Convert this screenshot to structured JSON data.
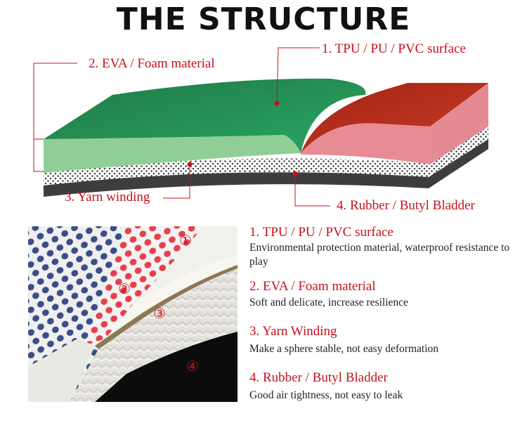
{
  "title": "THE STRUCTURE",
  "diagram": {
    "callout_1": "1. TPU / PU / PVC surface",
    "callout_2": "2. EVA / Foam material",
    "callout_3": "3. Yarn winding",
    "callout_4": "4. Rubber / Butyl Bladder"
  },
  "photo": {
    "markers": [
      "①",
      "②",
      "③",
      "④"
    ]
  },
  "descriptions": [
    {
      "heading": "1. TPU / PU / PVC surface",
      "text": "Environmental protection material, waterproof resistance to play"
    },
    {
      "heading": "2. EVA / Foam material",
      "text": "Soft and delicate, increase resilience"
    },
    {
      "heading": "3. Yarn Winding",
      "text": "Make a sphere stable, not easy deformation"
    },
    {
      "heading": "4. Rubber / Butyl Bladder",
      "text": "Good air tightness, not easy to leak"
    }
  ],
  "colors": {
    "accent_red": "#c8101b",
    "green": "#23925a",
    "light_green": "#8fcf95",
    "dark_red": "#b8321f",
    "pink": "#e98b94"
  }
}
